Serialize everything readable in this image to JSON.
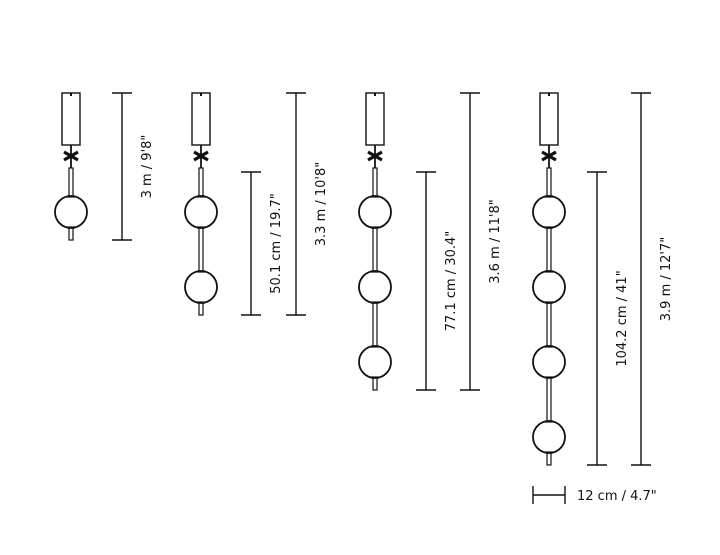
{
  "variants": [
    {
      "globes": 1,
      "total_height_label": "3 m / 9'8\"",
      "body_height_label": null
    },
    {
      "globes": 2,
      "total_height_label": "3.3 m / 10'8\"",
      "body_height_label": "50.1 cm / 19.7\""
    },
    {
      "globes": 3,
      "total_height_label": "3.6 m / 11'8\"",
      "body_height_label": "77.1 cm / 30.4\""
    },
    {
      "globes": 4,
      "total_height_label": "3.9 m / 12'7\"",
      "body_height_label": "104.2 cm / 41\""
    }
  ],
  "width_label": "12 cm / 4.7\"",
  "colors": {
    "line": "#111111"
  }
}
